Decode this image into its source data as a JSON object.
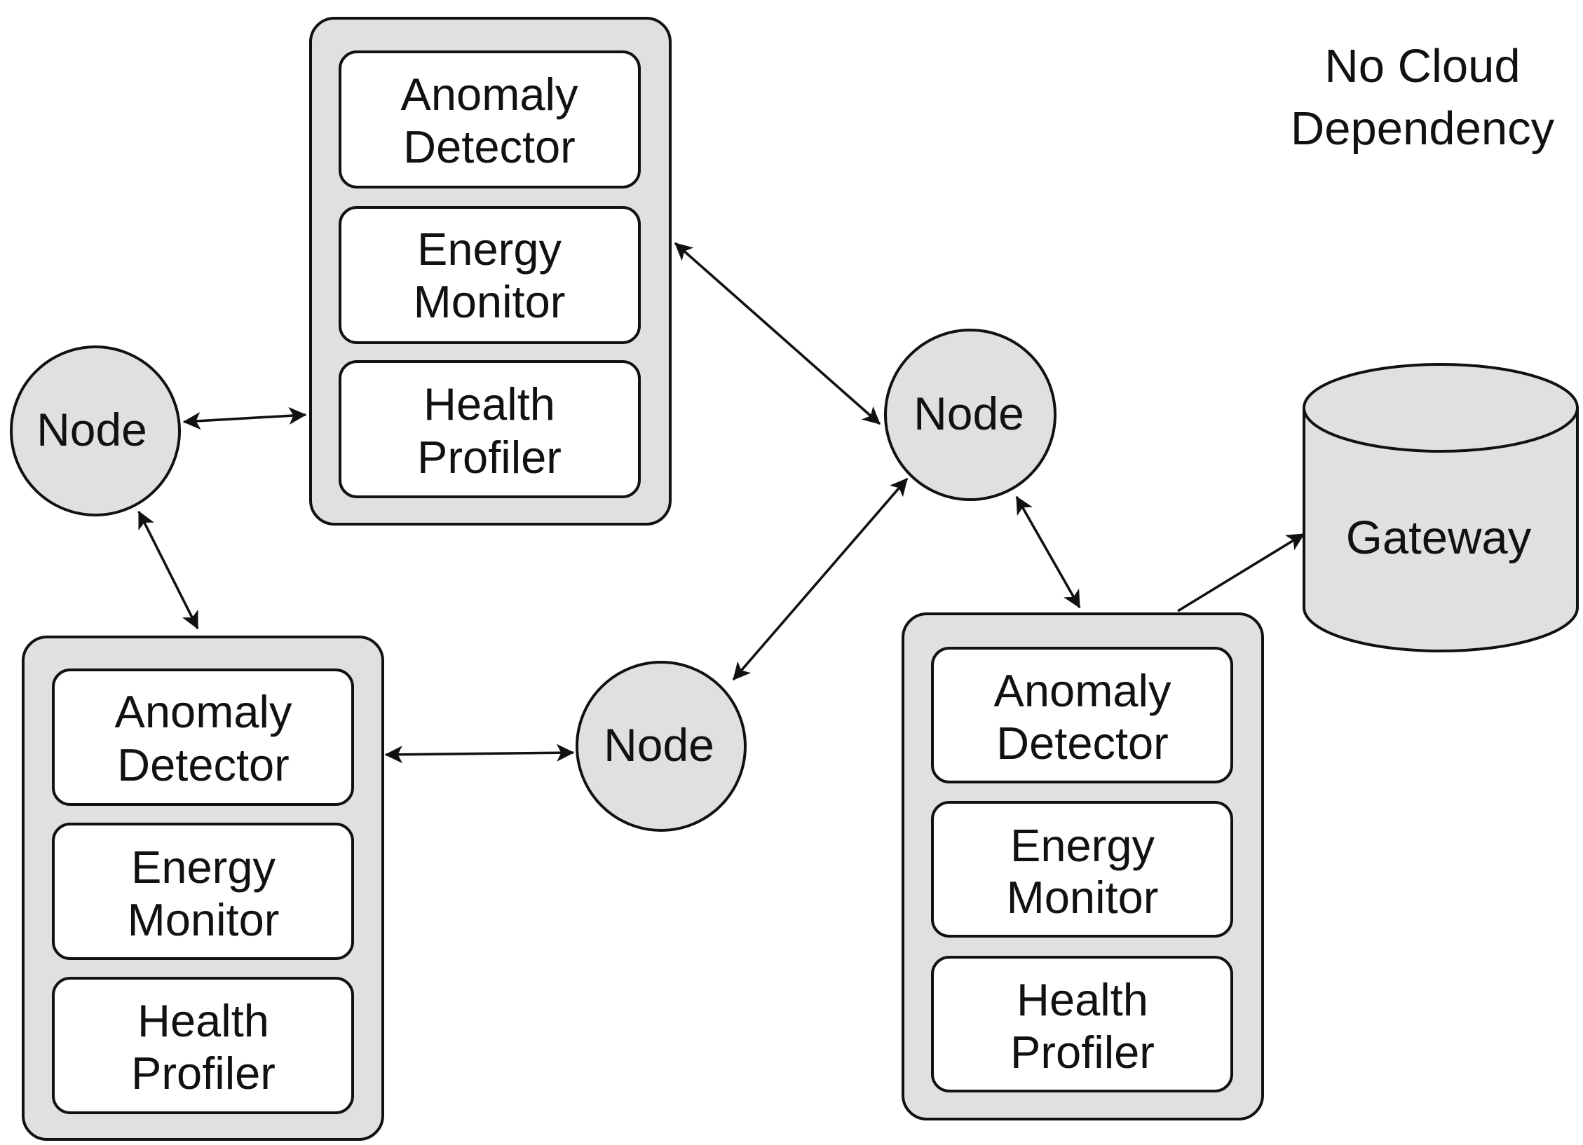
{
  "note": {
    "line1": "No Cloud",
    "line2": "Dependency"
  },
  "node_label": "Node",
  "gateway_label": "Gateway",
  "module_labels": {
    "anomaly": [
      "Anomaly",
      "Detector"
    ],
    "energy": [
      "Energy",
      "Monitor"
    ],
    "health": [
      "Health",
      "Profiler"
    ]
  },
  "colors": {
    "panel_fill": "#e0e0e0",
    "module_fill": "#ffffff",
    "node_fill": "#e0e0e0",
    "gateway_fill": "#e0e0e0",
    "stroke": "#111111",
    "text": "#111111"
  },
  "stacks": [
    {
      "id": "stack-top",
      "modules": [
        "anomaly",
        "energy",
        "health"
      ]
    },
    {
      "id": "stack-bottom-left",
      "modules": [
        "anomaly",
        "energy",
        "health"
      ]
    },
    {
      "id": "stack-bottom-right",
      "modules": [
        "anomaly",
        "energy",
        "health"
      ]
    }
  ],
  "connections": [
    {
      "from": "node-left",
      "to": "stack-top",
      "direction": "bidirectional"
    },
    {
      "from": "node-left",
      "to": "stack-bottom-left",
      "direction": "bidirectional"
    },
    {
      "from": "stack-top",
      "to": "node-right",
      "direction": "bidirectional"
    },
    {
      "from": "node-right",
      "to": "node-center",
      "direction": "bidirectional"
    },
    {
      "from": "stack-bottom-left",
      "to": "node-center",
      "direction": "bidirectional"
    },
    {
      "from": "node-right",
      "to": "stack-bottom-right",
      "direction": "bidirectional"
    },
    {
      "from": "stack-bottom-right",
      "to": "gateway",
      "direction": "forward"
    }
  ]
}
